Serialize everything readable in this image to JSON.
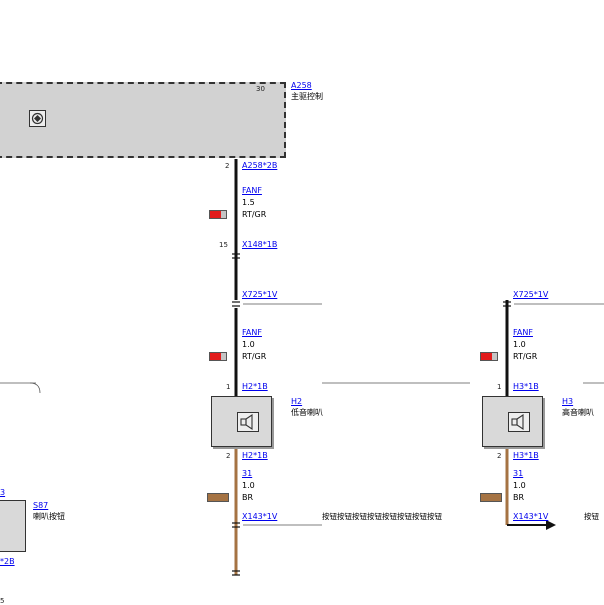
{
  "components": {
    "a258": {
      "code": "A258",
      "name": "主驱控制"
    },
    "h2": {
      "code": "H2",
      "name": "低音喇叭"
    },
    "h3": {
      "code": "H3",
      "name": "高音喇叭"
    },
    "s87": {
      "code": "S87",
      "name": "喇叭按钮"
    }
  },
  "connectors": {
    "a258_2b": "A258*2B",
    "x148_1b": "X148*1B",
    "x725_1v_left": "X725*1V",
    "x725_1v_right": "X725*1V",
    "h2_1b_top": "H2*1B",
    "h2_1b_bottom": "H2*1B",
    "h3_1b_top": "H3*1B",
    "h3_1b_bottom": "H3*1B",
    "x143_1v_left": "X143*1V",
    "x143_1v_right": "X143*1V",
    "left_top_partial": "3",
    "left_bottom_partial": "*2B"
  },
  "pins": {
    "a258": "2",
    "x148": "15",
    "h2_top": "1",
    "h2_bottom": "2",
    "h3_top": "1",
    "h3_bottom": "2",
    "relay_30": "30",
    "left_edge": "5"
  },
  "wires": {
    "w1": {
      "signal": "FANF",
      "size": "1.5",
      "color": "RT/GR"
    },
    "w2": {
      "signal": "FANF",
      "size": "1.0",
      "color": "RT/GR"
    },
    "w3": {
      "signal": "FANF",
      "size": "1.0",
      "color": "RT/GR"
    },
    "w4": {
      "signal": "31",
      "size": "1.0",
      "color": "BR"
    },
    "w5": {
      "signal": "31",
      "size": "1.0",
      "color": "BR"
    }
  },
  "notes": {
    "mid_repeat": "按钮按钮按钮按钮按钮按钮按钮按钮",
    "right_edge": "按钮"
  },
  "colors": {
    "wire_black": "#111111",
    "wire_brown": "#a57343",
    "swatch_red": "#e21b1b",
    "swatch_gray": "#c4c4c4",
    "swatch_brown": "#a57343",
    "link_blue": "#0000ee"
  },
  "icons": {
    "a258_symbol": "control-unit-icon",
    "h2_symbol": "horn-speaker-icon",
    "h3_symbol": "horn-speaker-icon",
    "relay_symbol": "relay-switch-icon"
  }
}
